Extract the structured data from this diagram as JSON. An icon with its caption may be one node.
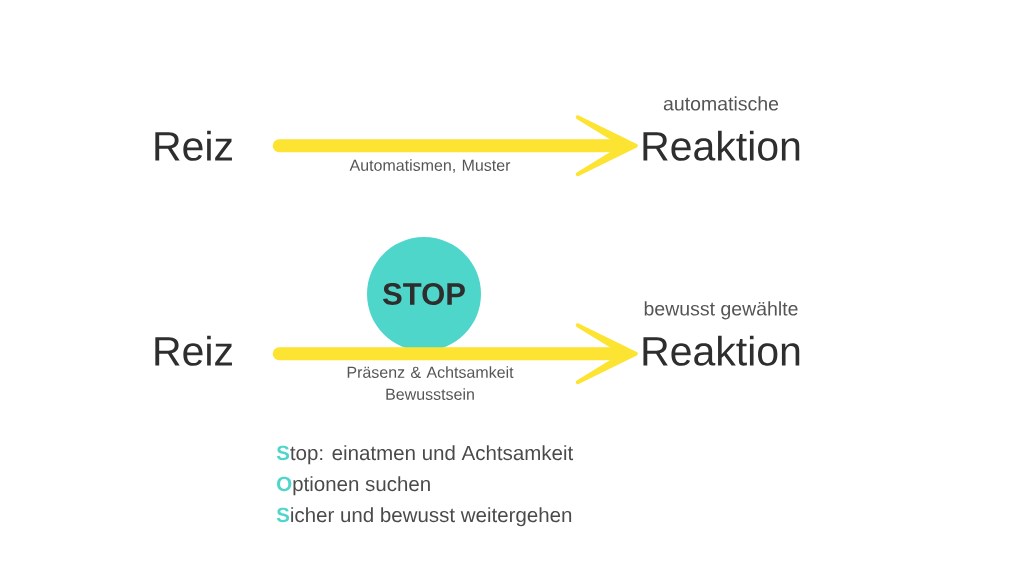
{
  "diagram": {
    "nodes": [
      {
        "text": [
          "Reiz"
        ]
      },
      {
        "text": [
          "automatische",
          "Reaktion"
        ]
      },
      {
        "text": [
          "Reiz"
        ]
      },
      {
        "text": [
          "STOP"
        ]
      },
      {
        "text": [
          "bewusst gewählte",
          "Reaktion"
        ]
      }
    ],
    "edges": [
      {
        "from": 0,
        "to": 1,
        "arrow": "to",
        "label": "Automatismen, Muster"
      },
      {
        "from": 2,
        "to": 4,
        "arrow": "to",
        "label": "Präsenz & Achtsamkeit Bewusstsein"
      }
    ],
    "labels": [
      "**S**top: einatmen und Achtsamkeit",
      "**O**ptionen suchen",
      "**S**icher und bewusst weitergehen"
    ]
  }
}
